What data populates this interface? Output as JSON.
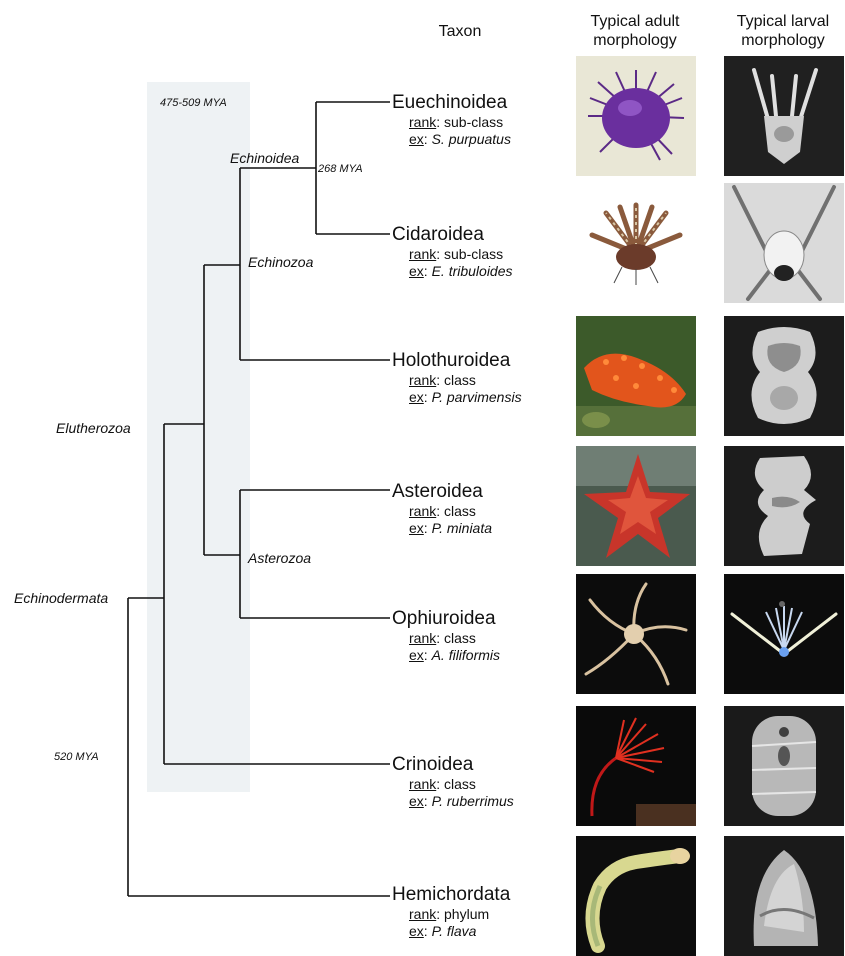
{
  "headers": {
    "taxon": "Taxon",
    "adult": "Typical adult morphology",
    "larval": "Typical larval morphology"
  },
  "nodes": {
    "echinodermata": "Echinodermata",
    "eleutherozoa": "Elutherozoa",
    "echinozoa": "Echinozoa",
    "echinoidea": "Echinoidea",
    "asterozoa": "Asterozoa"
  },
  "dates": {
    "shaded": "475-509 MYA",
    "echinoidea_split": "268 MYA",
    "root": "520 MYA"
  },
  "labels": {
    "rank": "rank",
    "example": "ex"
  },
  "taxa": [
    {
      "name": "Euechinoidea",
      "rank": "sub-class",
      "example": "S. purpuatus"
    },
    {
      "name": "Cidaroidea",
      "rank": "sub-class",
      "example": "E. tribuloides"
    },
    {
      "name": "Holothuroidea",
      "rank": "class",
      "example": "P. parvimensis"
    },
    {
      "name": "Asteroidea",
      "rank": "class",
      "example": "P. miniata"
    },
    {
      "name": "Ophiuroidea",
      "rank": "class",
      "example": "A. filiformis"
    },
    {
      "name": "Crinoidea",
      "rank": "class",
      "example": "P. ruberrimus"
    },
    {
      "name": "Hemichordata",
      "rank": "phylum",
      "example": "P. flava"
    }
  ],
  "photos": {
    "adult": [
      "purple-sea-urchin",
      "pencil-urchin",
      "orange-sea-cucumber",
      "red-bat-star",
      "brittle-star",
      "red-feather-star",
      "acorn-worm"
    ],
    "larval": [
      "echinopluteus-larva",
      "long-arm-pluteus-larva",
      "auricularia-larva",
      "bipinnaria-larva",
      "ophiopluteus-larva",
      "doliolaria-larva",
      "tornaria-larva"
    ]
  }
}
